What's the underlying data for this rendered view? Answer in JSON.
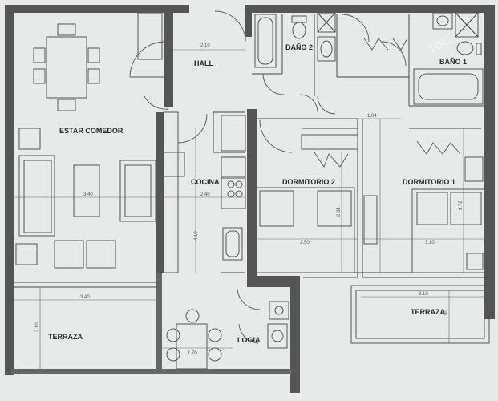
{
  "rooms": {
    "estar_comedor": "ESTAR COMEDOR",
    "hall": "HALL",
    "cocina": "COCINA",
    "bano_2": "BAÑO 2",
    "bano_1": "BAÑO 1",
    "dormitorio_2": "DORMITORIO 2",
    "dormitorio_1": "DORMITORIO 1",
    "terraza_izq": "TERRAZA",
    "terraza_der": "TERRAZA",
    "logia": "LOGIA"
  },
  "dimensions": {
    "hall_w": "2.10",
    "comedor_w": "3.40",
    "cocina_w": "2.40",
    "cocina_h": "4.10",
    "terraza_izq_w": "3.40",
    "terraza_izq_h": "2.10",
    "logia_w": "1.70",
    "dorm2_w": "2.50",
    "dorm2_h": "2.34",
    "dorm1_w": "3.10",
    "dorm1_h": "3.72",
    "pasillo_w": "1.04",
    "terraza_der_w": "3.10",
    "terraza_der_h": "1.50"
  },
  "watermark": "TOC"
}
